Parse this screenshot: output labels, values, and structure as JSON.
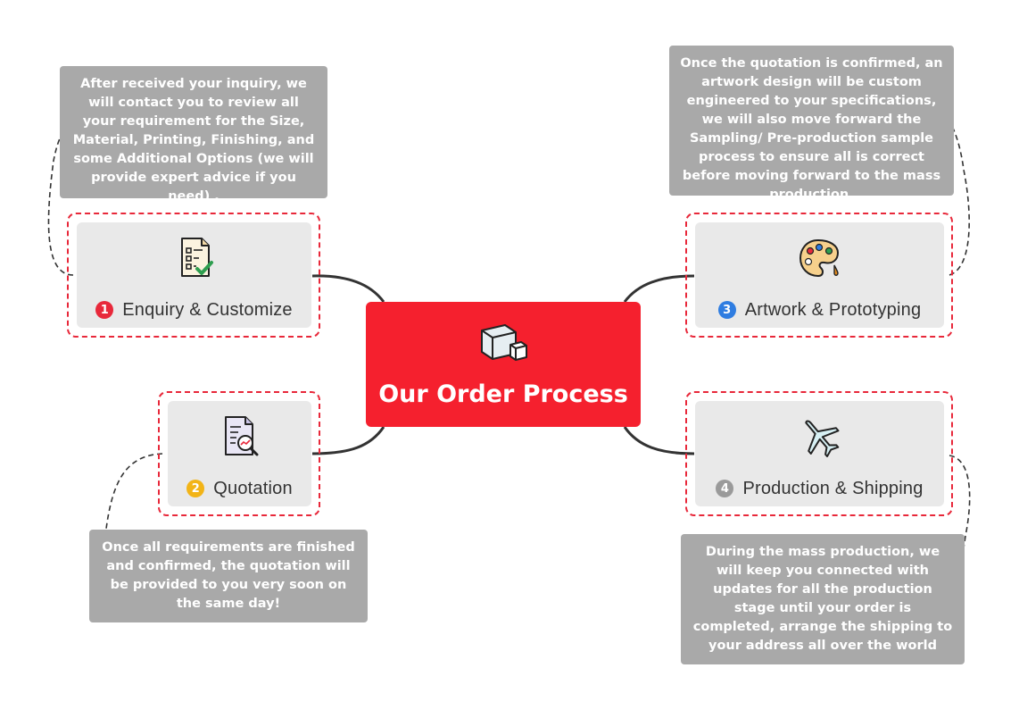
{
  "center": {
    "title": "Our Order Process",
    "icon": "boxes-icon"
  },
  "steps": [
    {
      "number": "1",
      "label": "Enquiry & Customize",
      "icon": "checklist-icon",
      "badge_color": "#e8283a",
      "note": "After received your inquiry, we will contact you to review all your requirement for the Size, Material, Printing, Finishing, and some Additional Options (we will provide expert advice if you need) ."
    },
    {
      "number": "2",
      "label": "Quotation",
      "icon": "document-search-icon",
      "badge_color": "#f2b417",
      "note": "Once all requirements are finished and confirmed, the quotation will be provided to you very soon on the same day!"
    },
    {
      "number": "3",
      "label": "Artwork & Prototyping",
      "icon": "palette-icon",
      "badge_color": "#2f7de1",
      "note": "Once the quotation is confirmed, an artwork design will be custom engineered to your specifications, we will also move forward the Sampling/ Pre-production sample process to ensure all is correct before moving forward to the mass production."
    },
    {
      "number": "4",
      "label": "Production & Shipping",
      "icon": "airplane-icon",
      "badge_color": "#9a9a9a",
      "note": "During the mass production, we will keep you connected with updates for all the production stage until your order is completed, arrange the shipping to your address all over the world"
    }
  ],
  "colors": {
    "accent": "#f5202e",
    "frame": "#e8283a",
    "note_bg": "#a9a9a9",
    "node_bg": "#e9e9e9"
  }
}
